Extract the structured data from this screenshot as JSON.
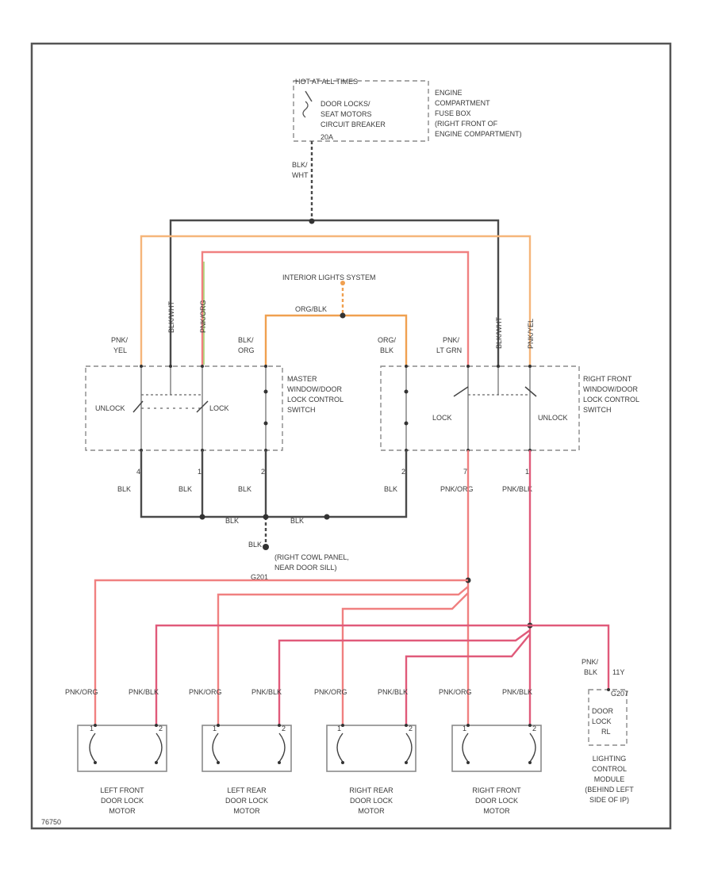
{
  "colors": {
    "black": "#4a4a4a",
    "orange": "#f5b57a",
    "red": "#f08080",
    "pink": "#e05a7a",
    "green": "#9acd5a",
    "orange_dark": "#f0a050",
    "outline": "#8a8a8a"
  },
  "fuse": {
    "hot_label": "HOT AT ALL TIMES",
    "lines": [
      "DOOR LOCKS/",
      "SEAT MOTORS",
      "CIRCUIT BREAKER",
      "20A"
    ],
    "location": [
      "ENGINE",
      "COMPARTMENT",
      "FUSE BOX",
      "(RIGHT FRONT OF",
      "ENGINE COMPARTMENT)"
    ],
    "wire": [
      "BLK/",
      "WHT"
    ]
  },
  "interior": {
    "label": "INTERIOR LIGHTS SYSTEM",
    "wire": "ORG/BLK"
  },
  "master": {
    "title": [
      "MASTER",
      "WINDOW/DOOR",
      "LOCK CONTROL",
      "SWITCH"
    ],
    "unlock": "UNLOCK",
    "lock": "LOCK",
    "top_wires": {
      "pnk_yel": [
        "PNK/",
        "YEL"
      ],
      "blk_org": [
        "BLK/",
        "ORG"
      ]
    },
    "vert_wires": [
      "BLK/WHT",
      "PNK/ORG"
    ],
    "pins": [
      "4",
      "1",
      "2"
    ],
    "bottom": [
      "BLK",
      "BLK",
      "BLK"
    ]
  },
  "right_switch": {
    "title": [
      "RIGHT FRONT",
      "WINDOW/DOOR",
      "LOCK CONTROL",
      "SWITCH"
    ],
    "lock": "LOCK",
    "unlock": "UNLOCK",
    "top_wires": {
      "org_blk": [
        "ORG/",
        "BLK"
      ],
      "pnk_ltgrn": [
        "PNK/",
        "LT GRN"
      ]
    },
    "vert_wires": [
      "BLK/WHT",
      "PNK/YEL"
    ],
    "pins": [
      "2",
      "7",
      "1"
    ],
    "bottom": [
      "BLK",
      "PNK/ORG",
      "PNK/BLK"
    ]
  },
  "ground": {
    "wire": "BLK",
    "mid": [
      "BLK",
      "BLK"
    ],
    "label": [
      "(RIGHT COWL PANEL,",
      "NEAR DOOR SILL)"
    ],
    "id": "G201"
  },
  "motors": [
    {
      "wires": [
        "PNK/ORG",
        "PNK/BLK"
      ],
      "name": [
        "LEFT FRONT",
        "DOOR LOCK",
        "MOTOR"
      ]
    },
    {
      "wires": [
        "PNK/ORG",
        "PNK/BLK"
      ],
      "name": [
        "LEFT REAR",
        "DOOR LOCK",
        "MOTOR"
      ]
    },
    {
      "wires": [
        "PNK/ORG",
        "PNK/BLK"
      ],
      "name": [
        "RIGHT REAR",
        "DOOR LOCK",
        "MOTOR"
      ]
    },
    {
      "wires": [
        "PNK/ORG",
        "PNK/BLK"
      ],
      "name": [
        "RIGHT FRONT",
        "DOOR LOCK",
        "MOTOR"
      ]
    }
  ],
  "motor_pins": [
    "1",
    "2"
  ],
  "module": {
    "wire": [
      "PNK/",
      "BLK"
    ],
    "pin": "11Y",
    "conn": "G207",
    "box": [
      "DOOR",
      "LOCK",
      "RL"
    ],
    "name": [
      "LIGHTING",
      "CONTROL",
      "MODULE",
      "(BEHIND LEFT",
      "SIDE OF IP)"
    ]
  },
  "footer": "76750"
}
